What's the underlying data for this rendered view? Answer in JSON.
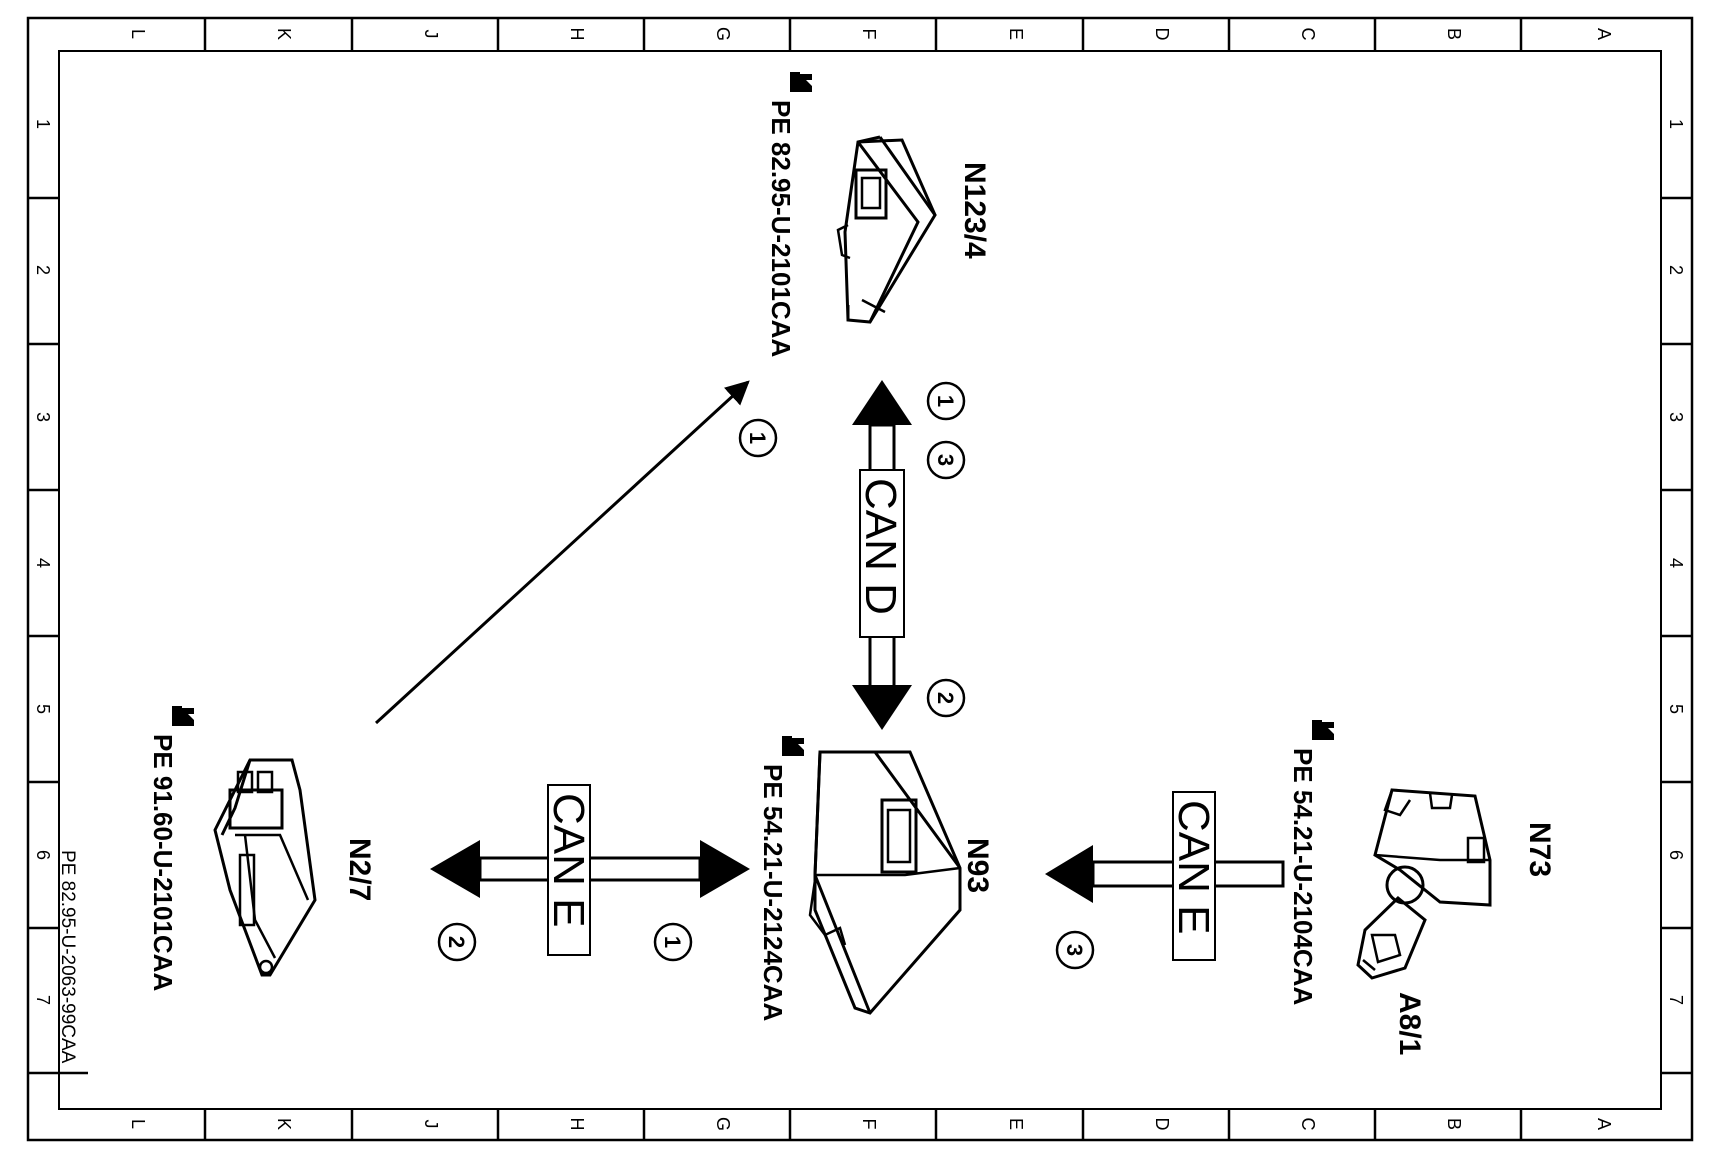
{
  "frame": {
    "letters": [
      "L",
      "K",
      "J",
      "H",
      "G",
      "F",
      "E",
      "D",
      "C",
      "B",
      "A"
    ],
    "numbers": [
      "1",
      "2",
      "3",
      "4",
      "5",
      "6",
      "7"
    ]
  },
  "components": {
    "n123_4": {
      "label": "N123/4",
      "ref": "PE 82.95-U-2101CAA"
    },
    "n93": {
      "label": "N93",
      "ref": "PE 54.21-U-2124CAA"
    },
    "n2_7": {
      "label": "N2/7",
      "ref": "PE 91.60-U-2101CAA"
    },
    "n73": {
      "label": "N73",
      "ref": "PE 54.21-U-2104CAA"
    },
    "a8_1": {
      "label": "A8/1"
    }
  },
  "buses": {
    "can_d": "CAN D",
    "can_e_left": "CAN E",
    "can_e_right": "CAN E"
  },
  "callouts": {
    "diag_arrow": "1",
    "can_d_top_1": "1",
    "can_d_top_3": "3",
    "can_d_bottom": "2",
    "can_e_left_n2_7": "2",
    "can_e_left_n93": "1",
    "can_e_right": "3"
  },
  "document_ref": "PE 82.95-U-2063-99CAA"
}
